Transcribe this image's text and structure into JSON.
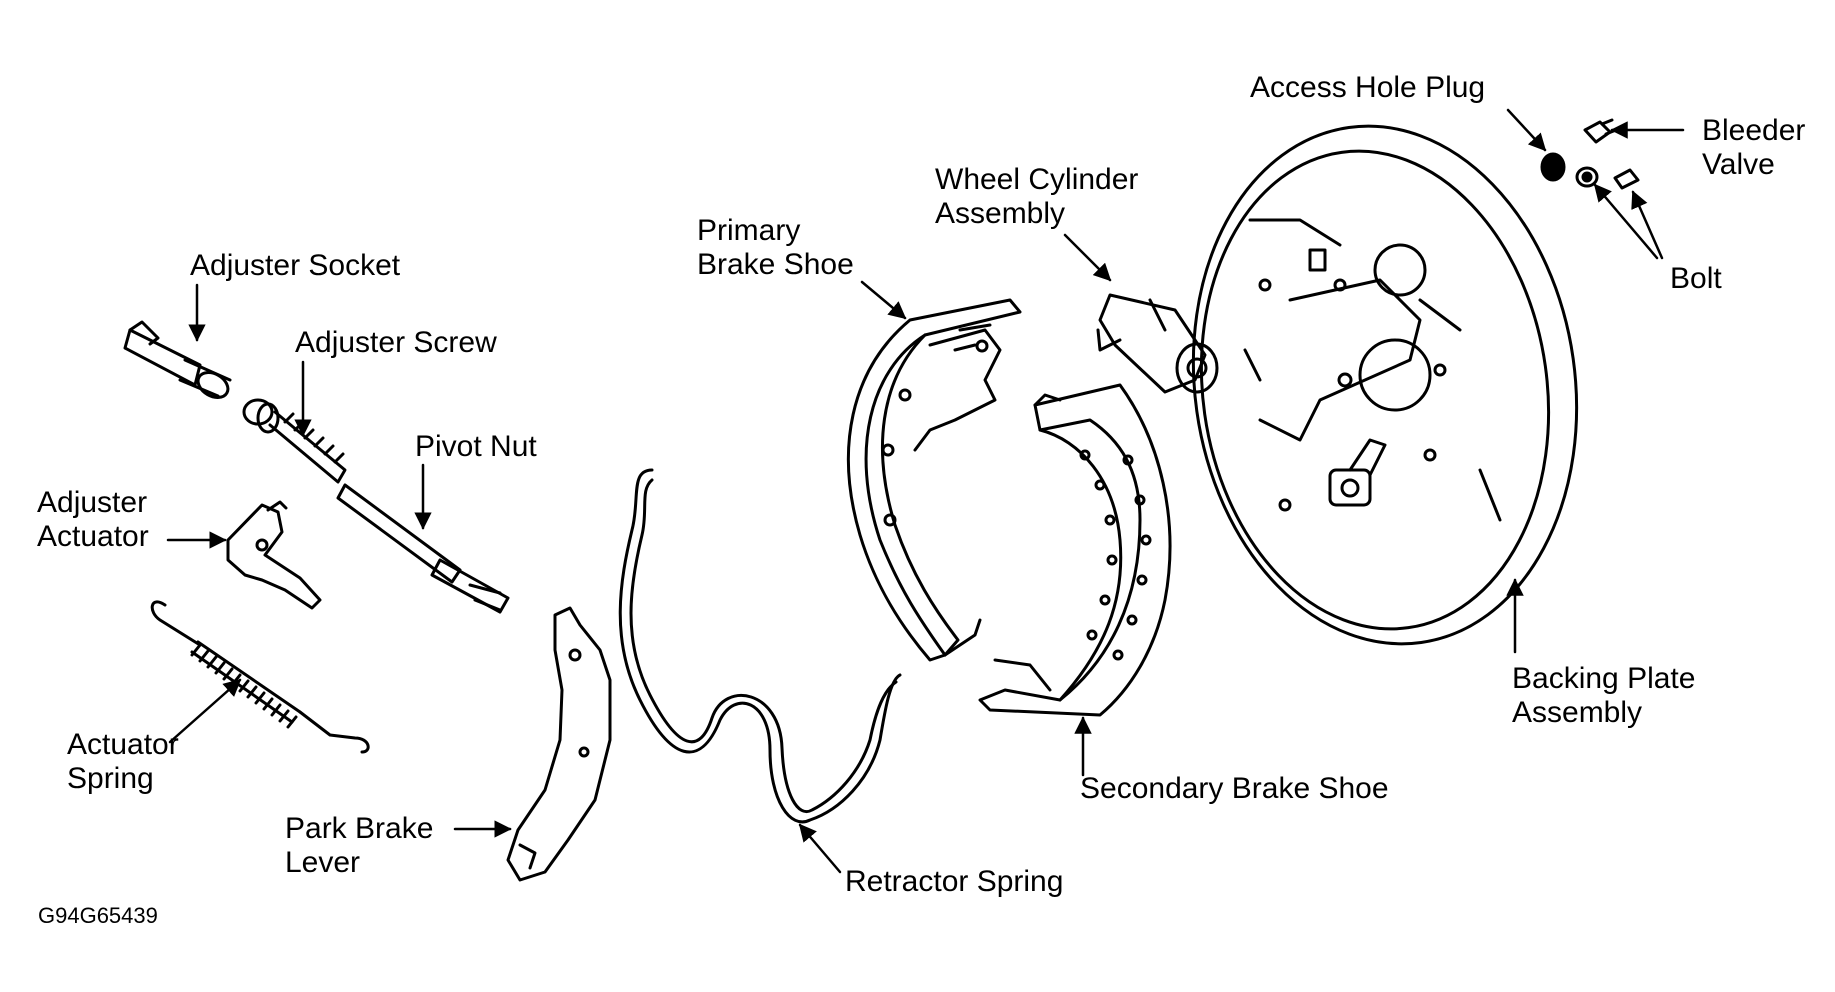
{
  "labels": {
    "adjuster_socket": "Adjuster Socket",
    "adjuster_screw": "Adjuster Screw",
    "pivot_nut": "Pivot Nut",
    "adjuster_actuator_1": "Adjuster",
    "adjuster_actuator_2": "Actuator",
    "actuator_spring_1": "Actuator",
    "actuator_spring_2": "Spring",
    "park_brake_lever_1": "Park Brake",
    "park_brake_lever_2": "Lever",
    "retractor_spring": "Retractor Spring",
    "primary_shoe_1": "Primary",
    "primary_shoe_2": "Brake Shoe",
    "wheel_cylinder_1": "Wheel Cylinder",
    "wheel_cylinder_2": "Assembly",
    "secondary_shoe": "Secondary Brake Shoe",
    "access_hole_plug": "Access Hole Plug",
    "bleeder_valve_1": "Bleeder",
    "bleeder_valve_2": "Valve",
    "bolt": "Bolt",
    "backing_plate_1": "Backing Plate",
    "backing_plate_2": "Assembly"
  },
  "figure_code": "G94G65439"
}
